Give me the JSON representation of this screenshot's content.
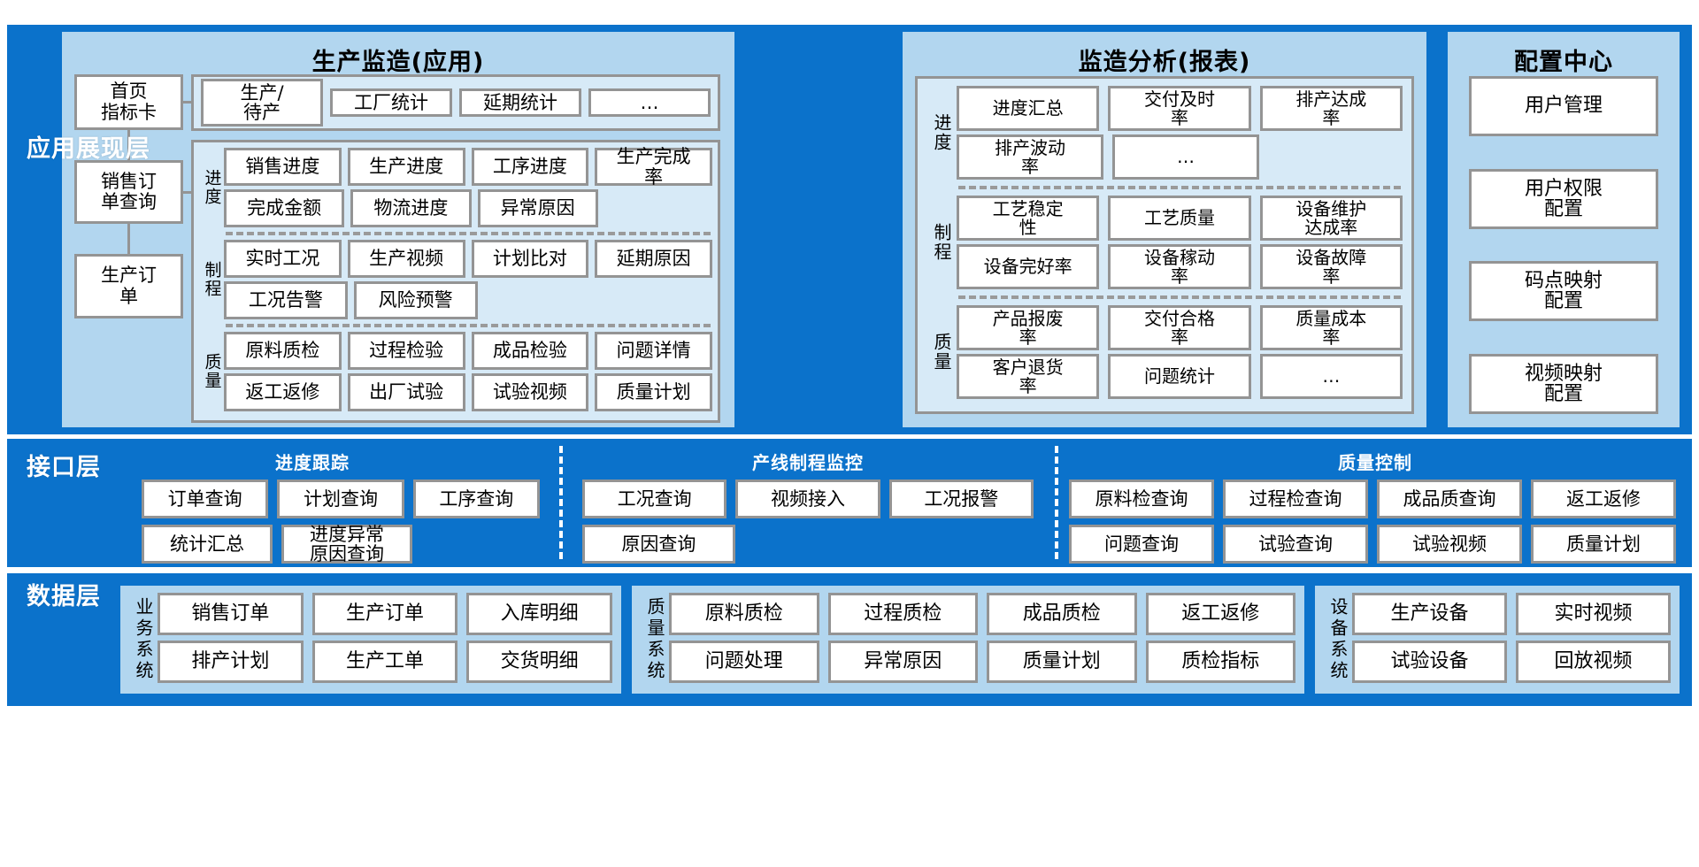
{
  "colors": {
    "layer_blue": "#0b72cb",
    "panel_blue": "#b2d6ef",
    "group_blue": "#d7eaf7",
    "box_border": "#949494",
    "box_fill": "#ffffff"
  },
  "layers": [
    {
      "name": "应用展现层",
      "panels": [
        {
          "title": "生产监造(应用)",
          "nav": [
            "首页\n指标卡",
            "销售订\n单查询",
            "生产订\n单"
          ],
          "top_group": [
            "生产/\n待产",
            "工厂统计",
            "延期统计",
            "…"
          ],
          "sections": [
            {
              "label": "进度",
              "rows": [
                [
                  "销售进度",
                  "生产进度",
                  "工序进度",
                  "生产完成\n率"
                ],
                [
                  "完成金额",
                  "物流进度",
                  "异常原因"
                ]
              ]
            },
            {
              "label": "制程",
              "rows": [
                [
                  "实时工况",
                  "生产视频",
                  "计划比对",
                  "延期原因"
                ],
                [
                  "工况告警",
                  "风险预警"
                ]
              ]
            },
            {
              "label": "质量",
              "rows": [
                [
                  "原料质检",
                  "过程检验",
                  "成品检验",
                  "问题详情"
                ],
                [
                  "返工返修",
                  "出厂试验",
                  "试验视频",
                  "质量计划"
                ]
              ]
            }
          ]
        },
        {
          "title": "监造分析(报表)",
          "sections": [
            {
              "label": "进度",
              "rows": [
                [
                  "进度汇总",
                  "交付及时\n率",
                  "排产达成\n率"
                ],
                [
                  "排产波动\n率",
                  "…"
                ]
              ]
            },
            {
              "label": "制程",
              "rows": [
                [
                  "工艺稳定\n性",
                  "工艺质量",
                  "设备维护\n达成率"
                ],
                [
                  "设备完好率",
                  "设备稼动\n率",
                  "设备故障\n率"
                ]
              ]
            },
            {
              "label": "质量",
              "rows": [
                [
                  "产品报废\n率",
                  "交付合格\n率",
                  "质量成本\n率"
                ],
                [
                  "客户退货\n率",
                  "问题统计",
                  "…"
                ]
              ]
            }
          ]
        },
        {
          "title": "配置中心",
          "items": [
            "用户管理",
            "用户权限\n配置",
            "码点映射\n配置",
            "视频映射\n配置"
          ]
        }
      ]
    },
    {
      "name": "接口层",
      "groups": [
        {
          "title": "进度跟踪",
          "rows": [
            [
              "订单查询",
              "计划查询",
              "工序查询"
            ],
            [
              "统计汇总",
              "进度异常\n原因查询"
            ]
          ]
        },
        {
          "title": "产线制程监控",
          "rows": [
            [
              "工况查询",
              "视频接入",
              "工况报警"
            ],
            [
              "原因查询"
            ]
          ]
        },
        {
          "title": "质量控制",
          "rows": [
            [
              "原料检查询",
              "过程检查询",
              "成品质查询",
              "返工返修"
            ],
            [
              "问题查询",
              "试验查询",
              "试验视频",
              "质量计划"
            ]
          ]
        }
      ]
    },
    {
      "name": "数据层",
      "groups": [
        {
          "label": "业务系统",
          "rows": [
            [
              "销售订单",
              "生产订单",
              "入库明细"
            ],
            [
              "排产计划",
              "生产工单",
              "交货明细"
            ]
          ]
        },
        {
          "label": "质量系统",
          "rows": [
            [
              "原料质检",
              "过程质检",
              "成品质检",
              "返工返修"
            ],
            [
              "问题处理",
              "异常原因",
              "质量计划",
              "质检指标"
            ]
          ]
        },
        {
          "label": "设备系统",
          "rows": [
            [
              "生产设备",
              "实时视频"
            ],
            [
              "试验设备",
              "回放视频"
            ]
          ]
        }
      ]
    }
  ]
}
